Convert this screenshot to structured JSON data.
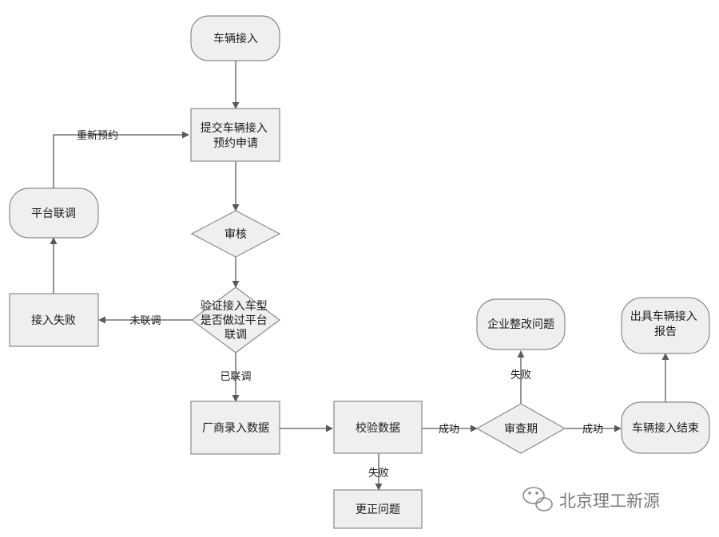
{
  "nodes": {
    "start": "车辆接入",
    "submit": [
      "提交车辆接入",
      "预约申请"
    ],
    "review": "审核",
    "verify": [
      "验证接入车型",
      "是否做过平台",
      "联调"
    ],
    "fail": "接入失败",
    "joint_debug": "平台联调",
    "record": "厂商录入数据",
    "check": "校验数据",
    "correct": "更正问题",
    "audit": "审查期",
    "rectify": "企业整改问题",
    "finish": "车辆接入结束",
    "report": [
      "出具车辆接入",
      "报告"
    ]
  },
  "edge_labels": {
    "rebook": "重新预约",
    "not_debugged": "未联调",
    "debugged": "已联调",
    "check_success": "成功",
    "check_fail": "失败",
    "audit_fail": "失败",
    "audit_success": "成功"
  },
  "watermark": {
    "text": "北京理工新源",
    "icon": "wechat-icon"
  }
}
